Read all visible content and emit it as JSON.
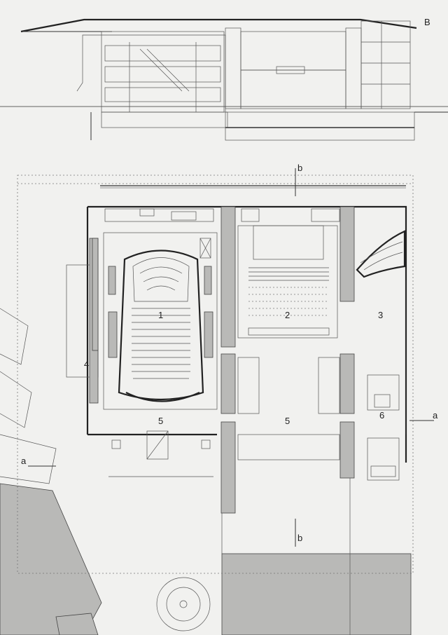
{
  "labels": {
    "section_marker": "B",
    "rooms": {
      "r1": "1",
      "r2": "2",
      "r3": "3",
      "r4": "4",
      "r5a": "5",
      "r5b": "5",
      "r6": "6"
    },
    "cut_a_left": "a",
    "cut_a_right": "a",
    "cut_b_top": "b",
    "cut_b_bottom": "b"
  }
}
